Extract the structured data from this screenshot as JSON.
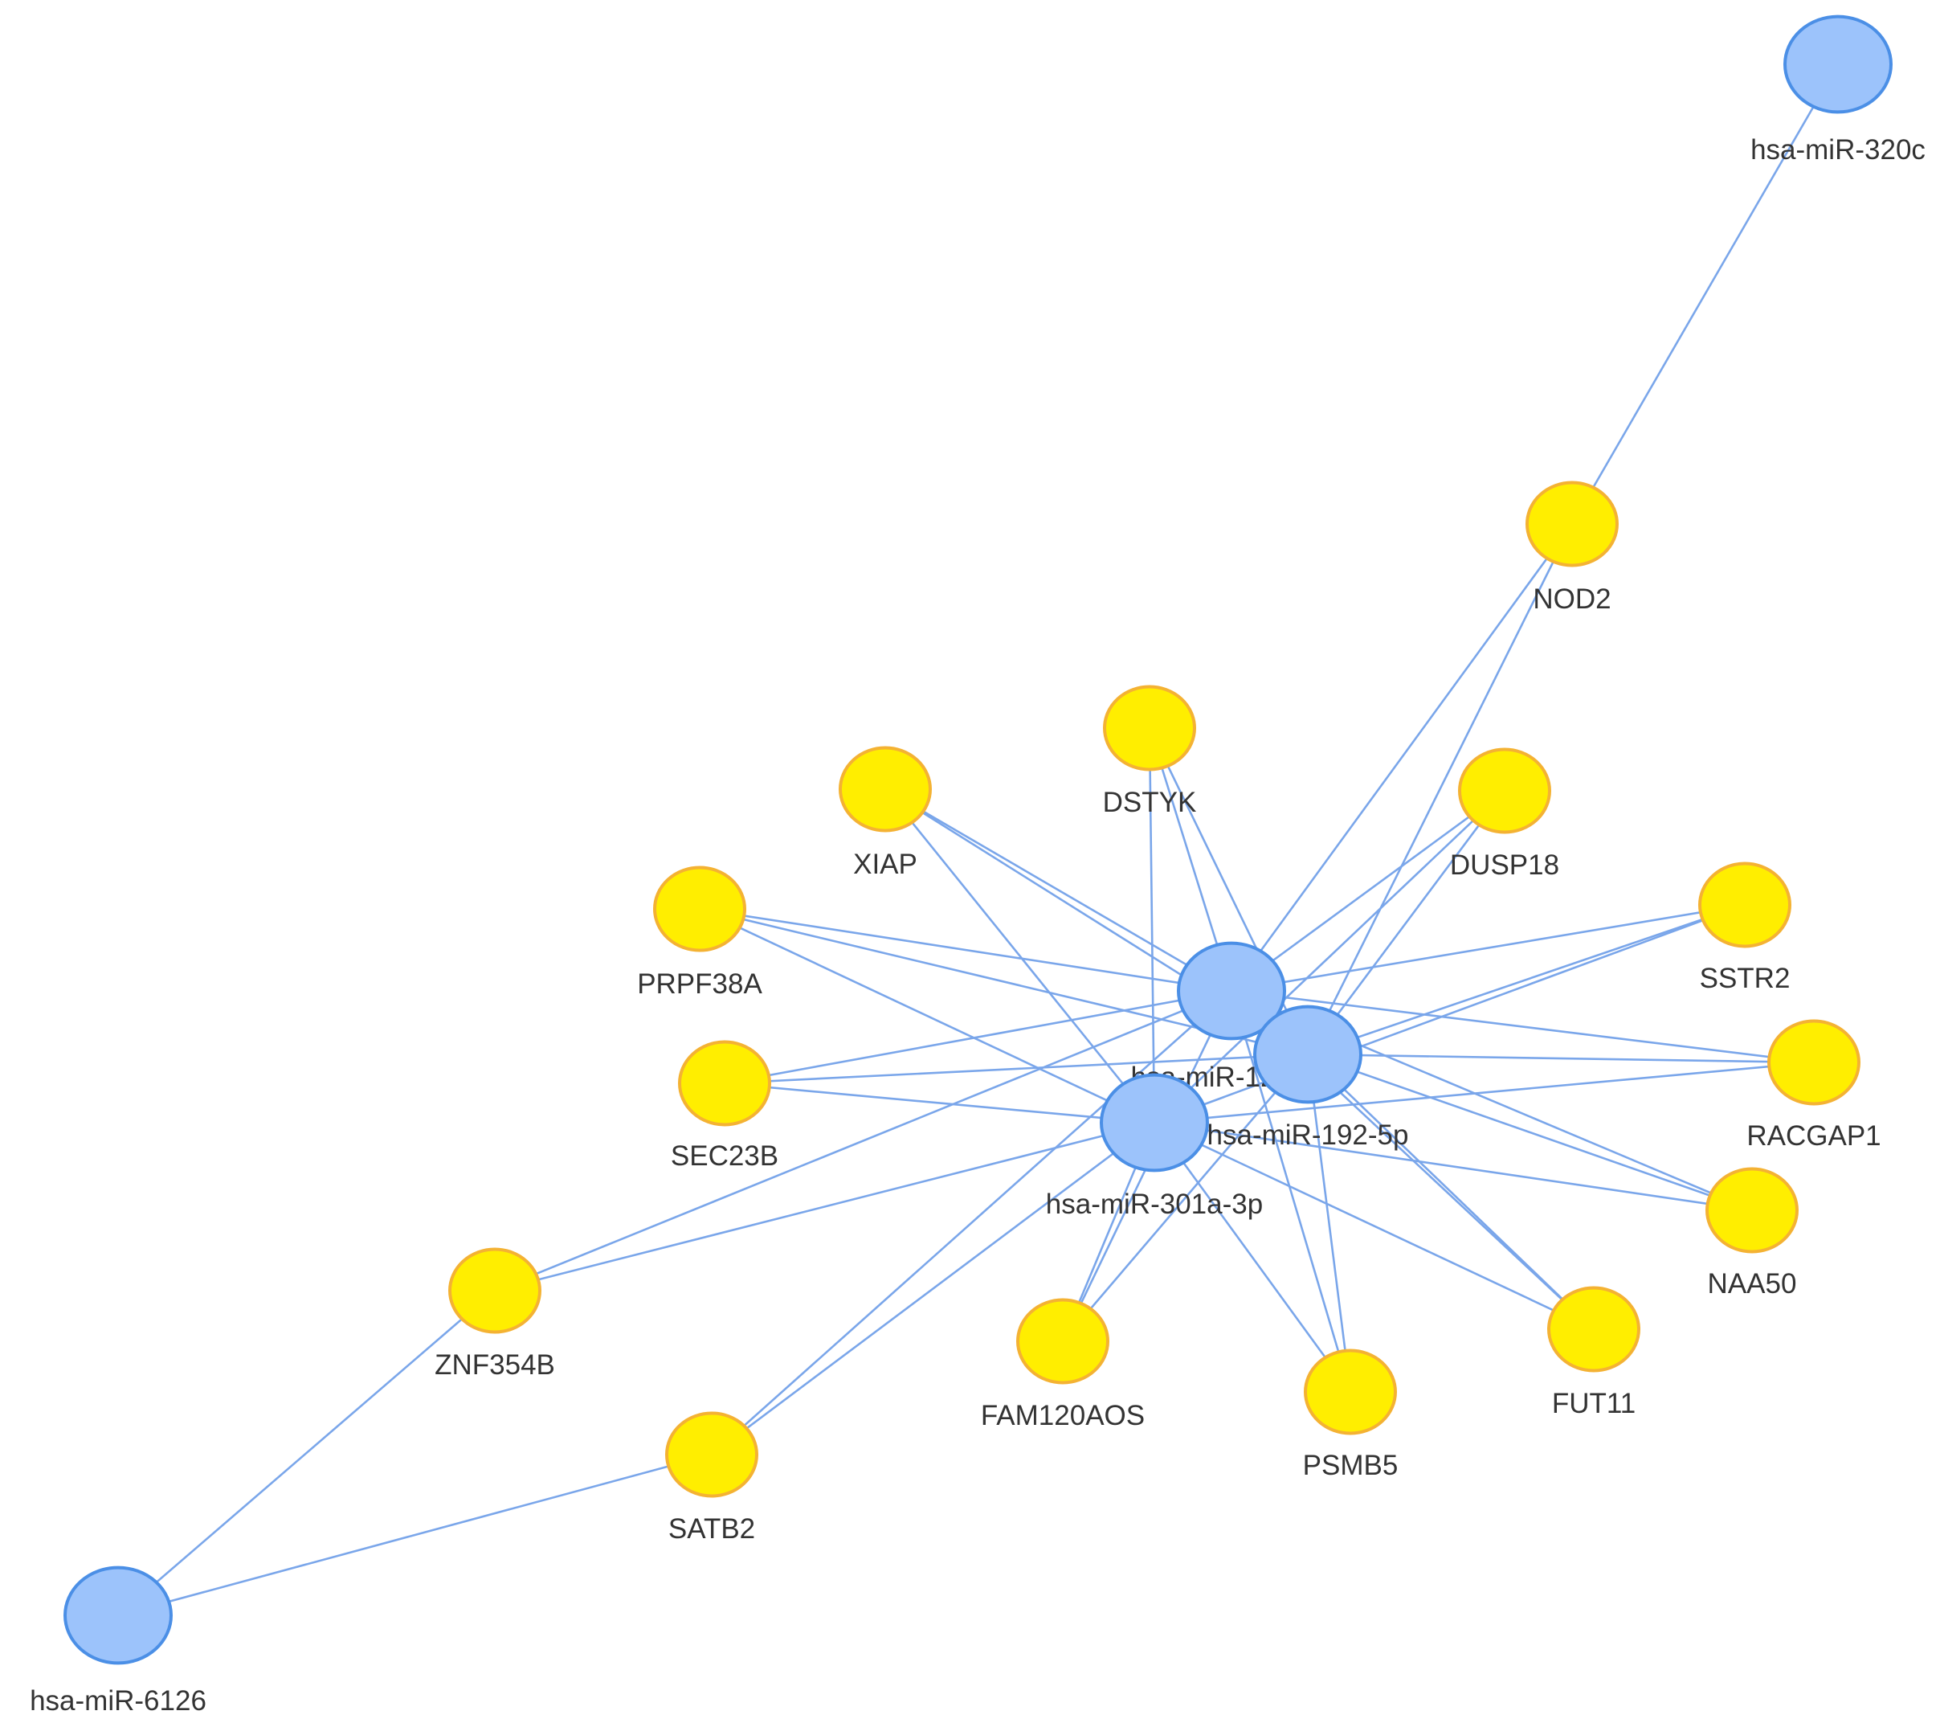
{
  "colors": {
    "mirna_fill": "#9cc3fb",
    "mirna_stroke": "#4b8fe6",
    "gene_fill": "#ffee00",
    "gene_stroke": "#f4b233",
    "edge": "#7aa6ea",
    "label": "#333333"
  },
  "nodes": [
    {
      "id": "m320c",
      "label": "hsa-miR-320c",
      "type": "mirna"
    },
    {
      "id": "m6126",
      "label": "hsa-miR-6126",
      "type": "mirna"
    },
    {
      "id": "m122",
      "label": "hsa-miR-122-5p",
      "type": "mirna"
    },
    {
      "id": "m192",
      "label": "hsa-miR-192-5p",
      "type": "mirna"
    },
    {
      "id": "m301",
      "label": "hsa-miR-301a-3p",
      "type": "mirna"
    },
    {
      "id": "nod2",
      "label": "NOD2",
      "type": "gene"
    },
    {
      "id": "dstyk",
      "label": "DSTYK",
      "type": "gene"
    },
    {
      "id": "xiap",
      "label": "XIAP",
      "type": "gene"
    },
    {
      "id": "dusp18",
      "label": "DUSP18",
      "type": "gene"
    },
    {
      "id": "prpf38a",
      "label": "PRPF38A",
      "type": "gene"
    },
    {
      "id": "sstr2",
      "label": "SSTR2",
      "type": "gene"
    },
    {
      "id": "sec23b",
      "label": "SEC23B",
      "type": "gene"
    },
    {
      "id": "racgap1",
      "label": "RACGAP1",
      "type": "gene"
    },
    {
      "id": "naa50",
      "label": "NAA50",
      "type": "gene"
    },
    {
      "id": "znf354b",
      "label": "ZNF354B",
      "type": "gene"
    },
    {
      "id": "fam120aos",
      "label": "FAM120AOS",
      "type": "gene"
    },
    {
      "id": "psmb5",
      "label": "PSMB5",
      "type": "gene"
    },
    {
      "id": "fut11",
      "label": "FUT11",
      "type": "gene"
    },
    {
      "id": "satb2",
      "label": "SATB2",
      "type": "gene"
    }
  ],
  "edges": [
    [
      "m320c",
      "nod2"
    ],
    [
      "m122",
      "nod2"
    ],
    [
      "m192",
      "nod2"
    ],
    [
      "m122",
      "dstyk"
    ],
    [
      "m192",
      "dstyk"
    ],
    [
      "m301",
      "dstyk"
    ],
    [
      "m122",
      "xiap"
    ],
    [
      "m192",
      "xiap"
    ],
    [
      "m301",
      "xiap"
    ],
    [
      "m122",
      "dusp18"
    ],
    [
      "m192",
      "dusp18"
    ],
    [
      "m301",
      "dusp18"
    ],
    [
      "m122",
      "prpf38a"
    ],
    [
      "m192",
      "prpf38a"
    ],
    [
      "m301",
      "prpf38a"
    ],
    [
      "m122",
      "sstr2"
    ],
    [
      "m192",
      "sstr2"
    ],
    [
      "m301",
      "sstr2"
    ],
    [
      "m122",
      "sec23b"
    ],
    [
      "m192",
      "sec23b"
    ],
    [
      "m301",
      "sec23b"
    ],
    [
      "m122",
      "racgap1"
    ],
    [
      "m192",
      "racgap1"
    ],
    [
      "m301",
      "racgap1"
    ],
    [
      "m122",
      "naa50"
    ],
    [
      "m192",
      "naa50"
    ],
    [
      "m301",
      "naa50"
    ],
    [
      "m122",
      "znf354b"
    ],
    [
      "m301",
      "znf354b"
    ],
    [
      "m6126",
      "znf354b"
    ],
    [
      "m122",
      "fam120aos"
    ],
    [
      "m192",
      "fam120aos"
    ],
    [
      "m301",
      "fam120aos"
    ],
    [
      "m122",
      "psmb5"
    ],
    [
      "m192",
      "psmb5"
    ],
    [
      "m301",
      "psmb5"
    ],
    [
      "m122",
      "fut11"
    ],
    [
      "m192",
      "fut11"
    ],
    [
      "m301",
      "fut11"
    ],
    [
      "m122",
      "satb2"
    ],
    [
      "m301",
      "satb2"
    ],
    [
      "m6126",
      "satb2"
    ]
  ]
}
